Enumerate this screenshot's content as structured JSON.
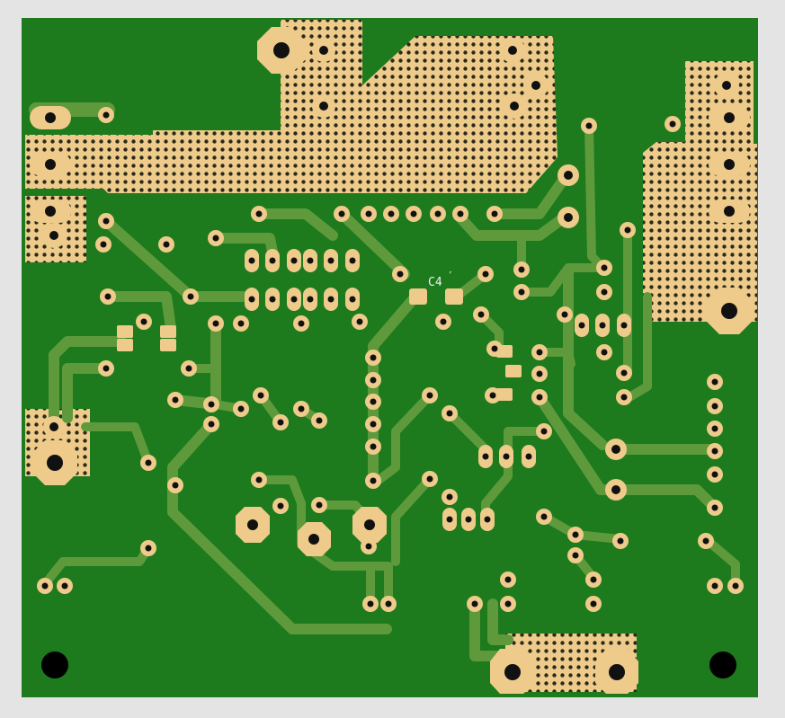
{
  "board": {
    "colors": {
      "background": "#e4e4e4",
      "substrate": "#1d7a1d",
      "trace": "#5e9a3c",
      "pad": "#eecb8b",
      "drill": "#111111",
      "silkscreen": "#f2f2f2"
    },
    "silkscreen_labels": [
      {
        "id": "c4",
        "text": "C4"
      }
    ],
    "features": [
      "copper-pour",
      "traces",
      "through-hole-pads",
      "smd-pads",
      "via-stitching",
      "mounting-holes"
    ]
  }
}
